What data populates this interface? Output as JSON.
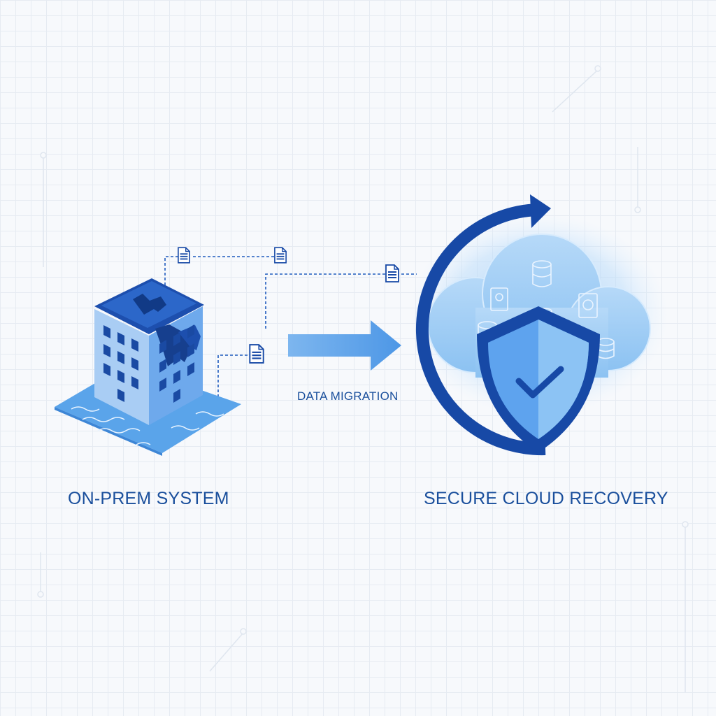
{
  "labels": {
    "left": "ON-PREM SYSTEM",
    "middle": "DATA MIGRATION",
    "right": "SECURE CLOUD RECOVERY"
  },
  "icons": [
    "document-icon",
    "building-icon",
    "flood-water-icon",
    "migration-arrow-icon",
    "cycle-arrow-icon",
    "cloud-icon",
    "database-icon",
    "shield-icon",
    "checkmark-icon"
  ],
  "colors": {
    "dark_blue": "#1749a6",
    "mid_blue": "#2f6fd6",
    "light_blue": "#7fb4ee",
    "pale_blue": "#cde3fa",
    "text": "#1a4f9c",
    "grid": "#e6ebf2"
  }
}
